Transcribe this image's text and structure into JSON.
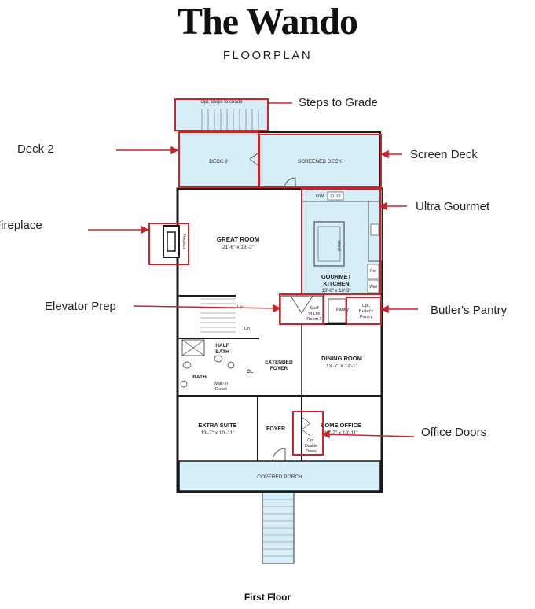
{
  "header": {
    "title": "The Wando",
    "subtitle": "FLOORPLAN"
  },
  "footer": {
    "floor_label": "First Floor"
  },
  "callouts": {
    "steps_to_grade": "Steps to Grade",
    "deck_2": "Deck 2",
    "screen_deck": "Screen Deck",
    "ultra_gourmet": "Ultra Gourmet",
    "fireplace": "Fireplace",
    "elevator_prep": "Elevator Prep",
    "butlers_pantry": "Butler's Pantry",
    "office_doors": "Office Doors"
  },
  "rooms": {
    "opt_steps": "Opt. Steps to Grade",
    "deck2": "DECK 2",
    "screened_deck": "SCREENED DECK",
    "great_room": {
      "name": "GREAT ROOM",
      "dims": "21'-6\" x 18'-3\""
    },
    "fireplace_label": "Fireplace",
    "dw": "DW",
    "island": "Island",
    "ref": "Ref",
    "wall_oven": "Wall",
    "kitchen": {
      "name1": "GOURMET",
      "name2": "KITCHEN",
      "dims": "13'-6\" x 18'-3\""
    },
    "up": "Up",
    "dn": "Dn",
    "stuff_of_life": [
      "Stuff",
      "of Life",
      "Room 2"
    ],
    "pantry": "Pantry",
    "butlers": [
      "Opt.",
      "Butler's",
      "Pantry"
    ],
    "half_bath": [
      "HALF",
      "BATH"
    ],
    "extended_foyer": [
      "EXTENDED",
      "FOYER"
    ],
    "cl": "CL",
    "dining": {
      "name": "DINING ROOM",
      "dims": "13'-7\" x 12'-1\""
    },
    "bath": "BATH",
    "walk_in": [
      "Walk-In",
      "Closet"
    ],
    "extra_suite": {
      "name": "EXTRA SUITE",
      "dims": "13'-7\" x 10'-11\""
    },
    "foyer": "FOYER",
    "home_office": {
      "name": "HOME OFFICE",
      "dims": "13'-7\" x 10'-11\""
    },
    "opt_doors": [
      "Opt.",
      "Double",
      "Doors"
    ],
    "covered_porch": "COVERED PORCH"
  },
  "colors": {
    "deck_fill": "#d6eef8",
    "highlight": "#cc2229",
    "wall": "#1a1a1a"
  }
}
